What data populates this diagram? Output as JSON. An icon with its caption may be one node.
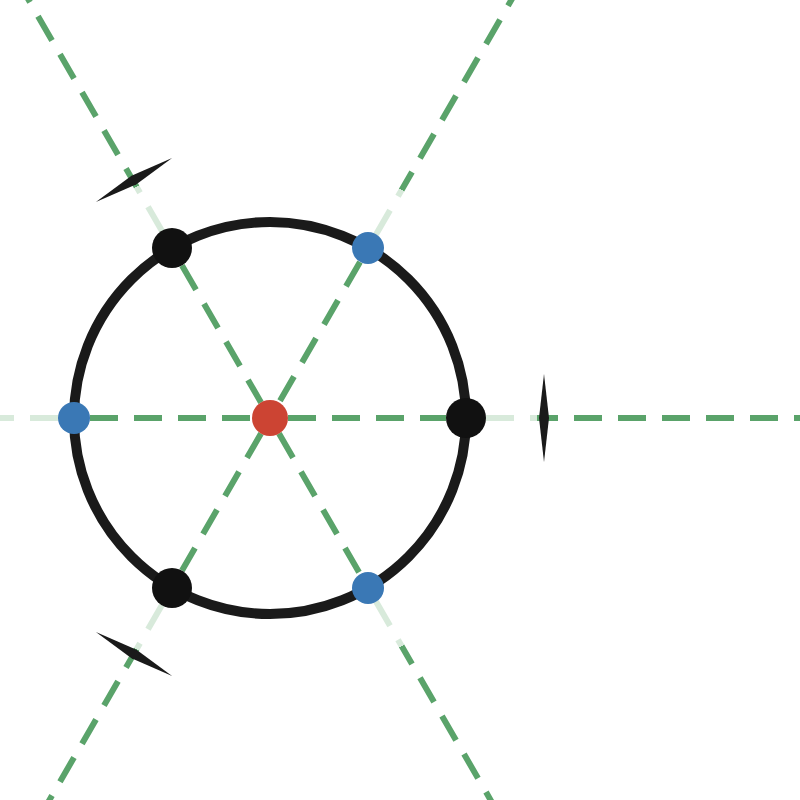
{
  "diagram": {
    "nodes": [
      {
        "text": [],
        "shape": "circle"
      },
      {
        "text": [],
        "shape": "circle"
      },
      {
        "text": [],
        "shape": "circle"
      },
      {
        "text": [],
        "shape": "circle"
      },
      {
        "text": [],
        "shape": "circle"
      },
      {
        "text": [],
        "shape": "circle"
      },
      {
        "text": [],
        "shape": "circle"
      }
    ],
    "edges": [
      {
        "from": 0,
        "to": 3,
        "arrow": "none",
        "style": "dashed"
      },
      {
        "from": 1,
        "to": 3,
        "arrow": "none",
        "style": "dashed"
      },
      {
        "from": 2,
        "to": 3,
        "arrow": "none",
        "style": "dashed"
      },
      {
        "from": 3,
        "to": 4,
        "arrow": "none",
        "style": "dashed"
      },
      {
        "from": 3,
        "to": 5,
        "arrow": "none",
        "style": "dashed"
      },
      {
        "from": 3,
        "to": 6,
        "arrow": "none",
        "style": "dashed"
      },
      {
        "from": 0,
        "to": null,
        "arrow": "none",
        "style": "dashed"
      },
      {
        "from": 1,
        "to": null,
        "arrow": "none",
        "style": "dashed"
      },
      {
        "from": 2,
        "to": null,
        "arrow": "none",
        "style": "dashed"
      },
      {
        "from": 4,
        "to": null,
        "arrow": "none",
        "style": "dashed"
      },
      {
        "from": 5,
        "to": null,
        "arrow": "none",
        "style": "dashed"
      },
      {
        "from": 6,
        "to": null,
        "arrow": "none",
        "style": "dashed"
      }
    ]
  }
}
